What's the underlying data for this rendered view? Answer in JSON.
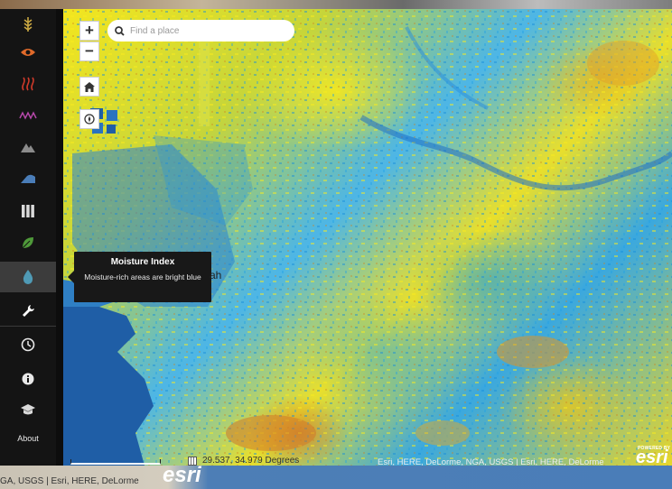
{
  "sidebar": {
    "items": [
      {
        "name": "sidebar-item-agriculture",
        "icon": "wheat-icon",
        "color": "#c9a742"
      },
      {
        "name": "sidebar-item-visible",
        "icon": "eye-icon",
        "color": "#e06a2a"
      },
      {
        "name": "sidebar-item-thermal",
        "icon": "heat-waves-icon",
        "color": "#cf3a2a"
      },
      {
        "name": "sidebar-item-spectral",
        "icon": "zigzag-icon",
        "color": "#b447a8"
      },
      {
        "name": "sidebar-item-terrain",
        "icon": "mountain-icon",
        "color": "#8b8b8b"
      },
      {
        "name": "sidebar-item-bathymetry",
        "icon": "shore-icon",
        "color": "#4a7db8"
      },
      {
        "name": "sidebar-item-bands",
        "icon": "bars-icon",
        "color": "#d9d9d9"
      },
      {
        "name": "sidebar-item-vegetation",
        "icon": "leaf-icon",
        "color": "#4f9a3a"
      },
      {
        "name": "sidebar-item-moisture",
        "icon": "water-drop-icon",
        "color": "#4f9ab5",
        "active": true
      },
      {
        "name": "sidebar-item-tools",
        "icon": "wrench-icon",
        "color": "#ffffff"
      },
      {
        "name": "sidebar-item-time",
        "icon": "clock-icon",
        "color": "#e8e8e8"
      },
      {
        "name": "sidebar-item-info",
        "icon": "info-icon",
        "color": "#e8e8e8"
      },
      {
        "name": "sidebar-item-learn",
        "icon": "graduation-cap-icon",
        "color": "#d9d9d9"
      }
    ],
    "about_label": "About"
  },
  "tooltip": {
    "title": "Moisture Index",
    "body": "Moisture-rich areas are bright blue"
  },
  "map_controls": {
    "zoom_in": "+",
    "zoom_out": "−"
  },
  "search": {
    "placeholder": "Find a place",
    "value": ""
  },
  "map": {
    "place_label_partial": "ah",
    "coordinates": "29.537, 34.979 Degrees",
    "attribution": "Esri, HERE, DeLorme, NGA, USGS | Esri, HERE, DeLorme",
    "powered_by": "POWERED BY",
    "esri_logo": "esri"
  },
  "footer": {
    "attribution": "GA, USGS | Esri, HERE, DeLorme",
    "esri_logo": "esri"
  },
  "colors": {
    "sidebar_bg": "#141414",
    "active_item_bg": "#3c3c3c",
    "moisture_high": "#3aa8df",
    "moisture_low": "#f3e61f"
  }
}
